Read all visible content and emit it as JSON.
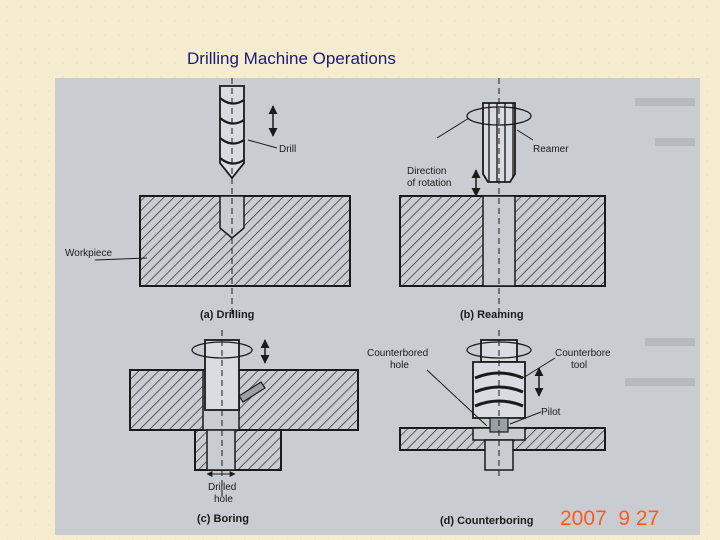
{
  "slide": {
    "title": "Drilling Machine Operations"
  },
  "diagram": {
    "panels": {
      "a": {
        "caption": "(a) Drilling",
        "labels": {
          "drill": "Drill",
          "workpiece": "Workpiece"
        }
      },
      "b": {
        "caption": "(b) Reaming",
        "labels": {
          "reamer": "Reamer",
          "direction": [
            "Direction",
            "of rotation"
          ]
        }
      },
      "c": {
        "caption": "(c) Boring",
        "labels": {
          "drilled_hole": [
            "Drilled",
            "hole"
          ]
        }
      },
      "d": {
        "caption": "(d) Counterboring",
        "labels": {
          "counterbored_hole": [
            "Counterbored",
            "hole"
          ],
          "counterbore_tool": [
            "Counterbore",
            "tool"
          ],
          "pilot": "Pilot"
        }
      }
    },
    "date_stamp": "2007  9 27"
  },
  "colors": {
    "title": "#1a1a7a",
    "page_bg": "#f6ecd0",
    "photo_bg": "#c9cdd2",
    "ink": "#1a1a1a",
    "hatch": "#3a3a3a",
    "stamp": "#ff5a1a"
  }
}
